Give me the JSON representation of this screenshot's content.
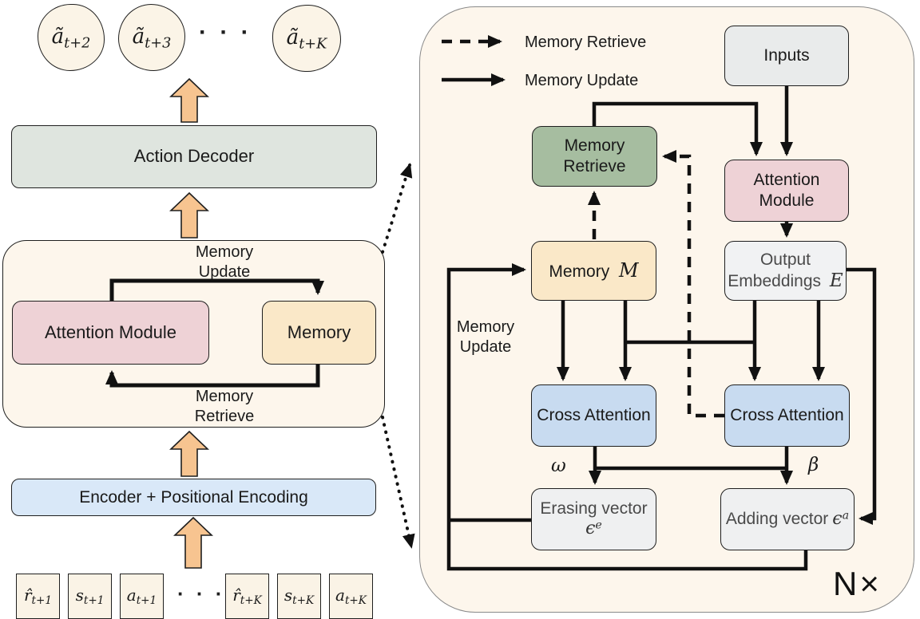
{
  "left_panel": {
    "output_tokens": [
      {
        "base": "ã",
        "sub": "t+2"
      },
      {
        "base": "ã",
        "sub": "t+3"
      },
      {
        "base": "ã",
        "sub": "t+K"
      }
    ],
    "ellipsis_top": "· · ·",
    "action_decoder_label": "Action Decoder",
    "loop_panel": {
      "memory_update_line1": "Memory",
      "memory_update_line2": "Update",
      "attention_module_label": "Attention Module",
      "memory_label": "Memory",
      "memory_retrieve_line1": "Memory",
      "memory_retrieve_line2": "Retrieve"
    },
    "encoder_label": "Encoder + Positional Encoding",
    "ellipsis_bottom": "· · ·",
    "input_tokens": [
      {
        "base": "r̂",
        "sub": "t+1"
      },
      {
        "base": "s",
        "sub": "t+1"
      },
      {
        "base": "a",
        "sub": "t+1"
      },
      {
        "base": "r̂",
        "sub": "t+K"
      },
      {
        "base": "s",
        "sub": "t+K"
      },
      {
        "base": "a",
        "sub": "t+K"
      }
    ]
  },
  "right_panel": {
    "legend": {
      "retrieve_label": "Memory Retrieve",
      "update_label": "Memory Update"
    },
    "inputs_label": "Inputs",
    "memory_retrieve_line1": "Memory",
    "memory_retrieve_line2": "Retrieve",
    "attention_module_line1": "Attention",
    "attention_module_line2": "Module",
    "memory_m": {
      "text": "Memory",
      "symbol": "M"
    },
    "output_embeddings": {
      "line1": "Output",
      "line2": "Embeddings",
      "symbol": "E"
    },
    "cross_attention_left_label": "Cross Attention",
    "cross_attention_right_label": "Cross Attention",
    "erasing_vector": {
      "line1": "Erasing vector",
      "symbol": "ϵ",
      "sup": "e"
    },
    "adding_vector": {
      "text": "Adding vector",
      "symbol": "ϵ",
      "sup": "a"
    },
    "memory_update_line1": "Memory",
    "memory_update_line2": "Update",
    "omega": "ω",
    "beta": "β",
    "repeat_label": "N×"
  },
  "colors": {
    "panel_cream": "#fdf6ec",
    "action_decoder_green": "#dfe5df",
    "encoder_blue": "#d9e8f8",
    "attention_pink": "#eed2d6",
    "memory_tan": "#fae8c8",
    "retrieve_green": "#a6bda0",
    "inputs_gray": "#e9ebeb",
    "vector_gray": "#eff0f1",
    "cross_attention_blue": "#c8dbf0",
    "fat_arrow_orange": "#f7c490",
    "line_black": "#111111"
  }
}
